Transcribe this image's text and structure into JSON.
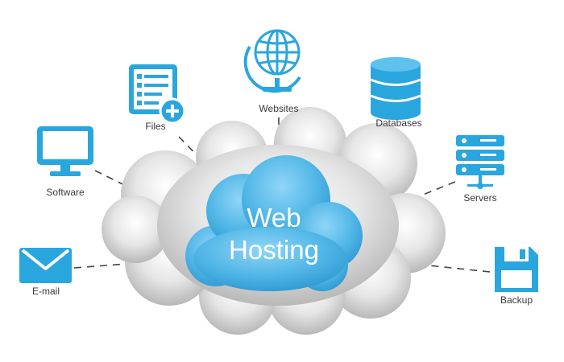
{
  "center": {
    "line1": "Web",
    "line2": "Hosting"
  },
  "nodes": {
    "files": "Files",
    "websites": "Websites",
    "databases": "Databases",
    "software": "Software",
    "servers": "Servers",
    "email": "E-mail",
    "backup": "Backup"
  },
  "colors": {
    "icon_blue": "#2aa6df",
    "icon_dark": "#1d7fb0",
    "center_cloud": "#4fb5e6",
    "cloud_gray": "#d4d4d4",
    "connector": "#444444",
    "label_text": "#3a3a3a"
  }
}
